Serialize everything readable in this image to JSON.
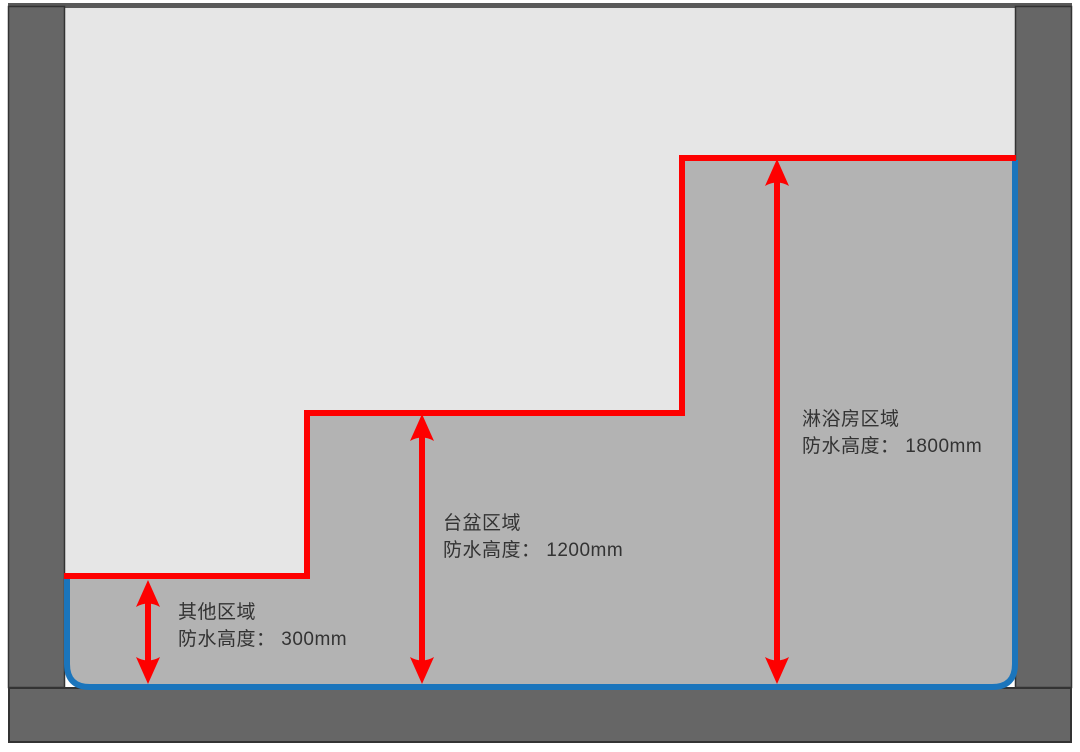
{
  "diagram": {
    "kind": "bathroom-waterproofing-height-diagram",
    "areas": [
      {
        "name": "其他区域",
        "spec": "防水高度： 300mm",
        "height_mm": 300
      },
      {
        "name": "台盆区域",
        "spec": "防水高度： 1200mm",
        "height_mm": 1200
      },
      {
        "name": "淋浴房区域",
        "spec": "防水高度： 1800mm",
        "height_mm": 1800
      }
    ],
    "colors": {
      "wall_surface": "#e6e6e6",
      "waterproof_zone": "#b3b3b3",
      "structure_gray": "#666666",
      "structure_border": "#333333",
      "dimension_red": "#fe0000",
      "membrane_blue": "#1b75bc",
      "label_text": "#333333"
    }
  }
}
